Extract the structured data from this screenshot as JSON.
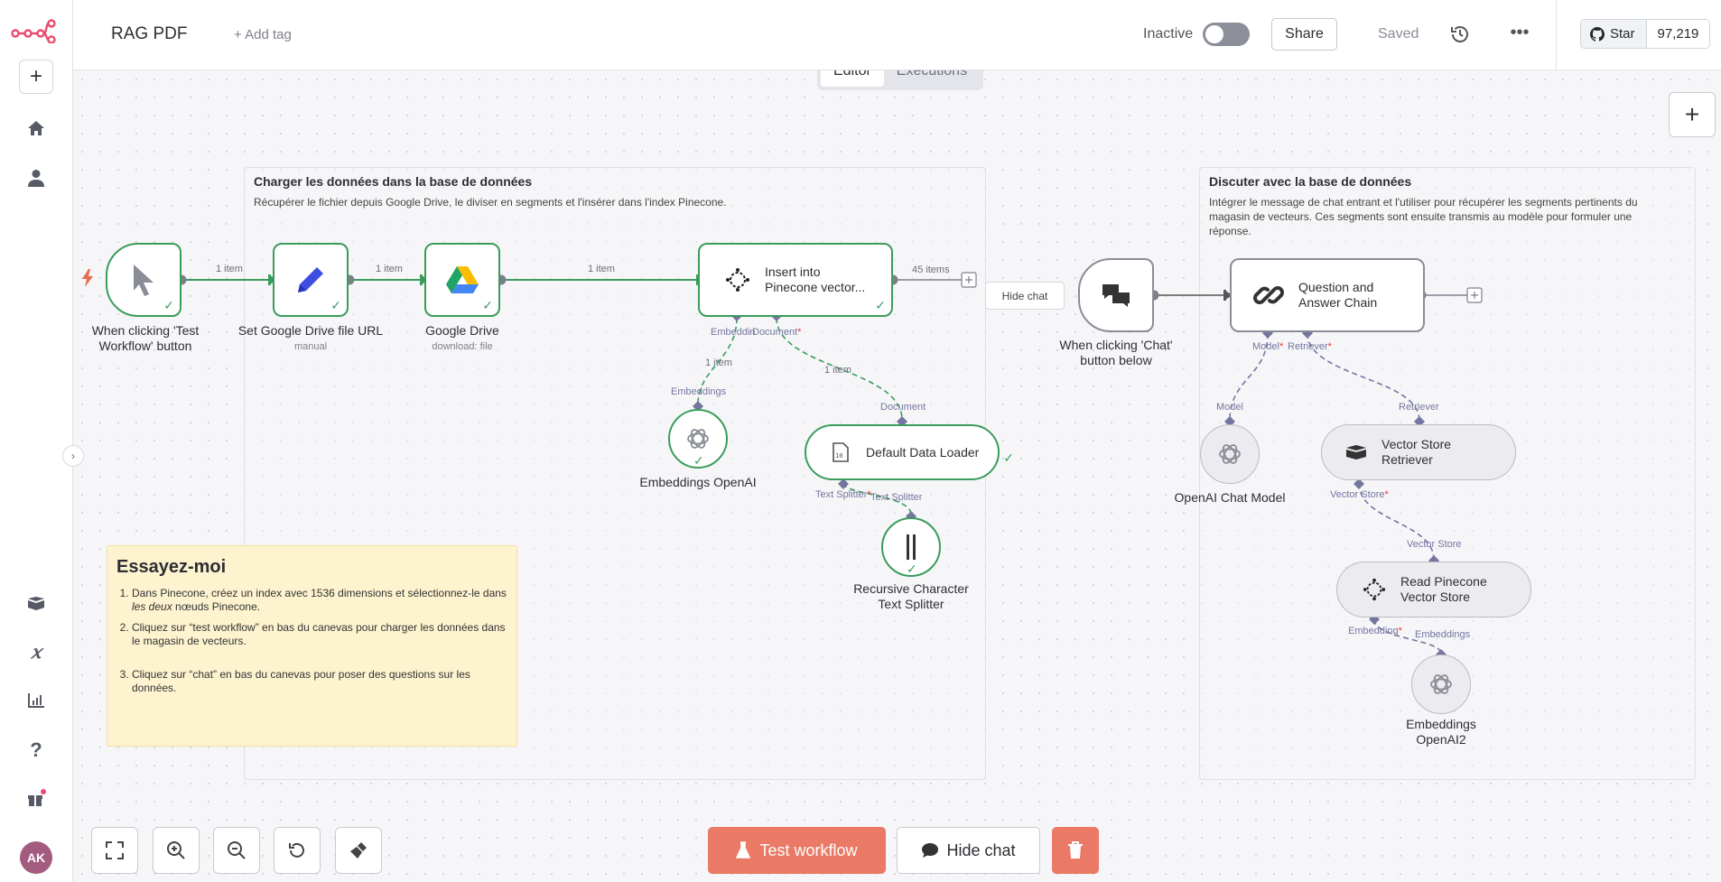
{
  "header": {
    "workflow_title": "RAG PDF",
    "add_tag": "+ Add tag",
    "status_label": "Inactive",
    "share_label": "Share",
    "saved_label": "Saved",
    "github_star": "Star",
    "github_count": "97,219"
  },
  "tabs": [
    {
      "label": "Editor",
      "active": true
    },
    {
      "label": "Executions",
      "active": false
    }
  ],
  "user": {
    "initials": "AK"
  },
  "groups": {
    "left": {
      "title": "Charger les données dans la base de données",
      "desc": "Récupérer le fichier depuis Google Drive, le diviser en segments et l'insérer dans l'index Pinecone."
    },
    "right": {
      "title": "Discuter avec la base de données",
      "desc_line1": "Intégrer le message de chat entrant et l'utiliser pour récupérer les segments pertinents du",
      "desc_line2": "magasin de vecteurs. Ces segments sont ensuite transmis au modèle pour formuler une",
      "desc_line3": "réponse."
    }
  },
  "nodes": {
    "manual_trigger": {
      "line1": "When clicking 'Test",
      "line2": "Workflow' button"
    },
    "set_url": {
      "label": "Set Google Drive file URL",
      "sub": "manual"
    },
    "gdrive": {
      "label": "Google Drive",
      "sub": "download: file"
    },
    "pinecone_insert": {
      "line1": "Insert into",
      "line2": "Pinecone vector..."
    },
    "embeddings1": {
      "label": "Embeddings OpenAI"
    },
    "data_loader": {
      "label": "Default Data Loader"
    },
    "splitter": {
      "line1": "Recursive Character",
      "line2": "Text Splitter"
    },
    "chat_trigger": {
      "line1": "When clicking 'Chat'",
      "line2": "button below"
    },
    "qa_chain": {
      "line1": "Question and",
      "line2": "Answer Chain"
    },
    "chat_model": {
      "label": "OpenAI Chat Model"
    },
    "retriever": {
      "line1": "Vector Store",
      "line2": "Retriever"
    },
    "read_pinecone": {
      "line1": "Read Pinecone",
      "line2": "Vector Store"
    },
    "embeddings2": {
      "line1": "Embeddings",
      "line2": "OpenAI2"
    }
  },
  "connections": {
    "c1": "1 item",
    "c2": "1 item",
    "c3": "1 item",
    "c4": "45 items",
    "embed_item": "1 item",
    "doc_item": "1 item",
    "embedding_port": "Embeddin",
    "document_port": "Document",
    "req": "*",
    "embeddings_in": "Embeddings",
    "document_in": "Document",
    "text_splitter_port": "Text Splitter",
    "text_splitter_in": "Text Splitter",
    "model_port": "Model",
    "retriever_port": "Retriever",
    "model_in": "Model",
    "retriever_in": "Retriever",
    "vector_store_port": "Vector Store",
    "vector_store_in": "Vector Store",
    "embedding_port2": "Embedding",
    "embeddings_in2": "Embeddings"
  },
  "hide_chat_float": "Hide chat",
  "sticky": {
    "title": "Essayez-moi",
    "item1_a": "Dans Pinecone, créez un index avec 1536 dimensions et sélectionnez-le dans ",
    "item1_em": "les deux",
    "item1_b": " nœuds Pinecone.",
    "item2": "Cliquez sur “test workflow” en bas du canevas pour charger les données dans le magasin de vecteurs.",
    "item3": "Cliquez sur “chat” en bas du canevas pour poser des questions sur les données."
  },
  "bottom": {
    "test_workflow": "Test workflow",
    "hide_chat": "Hide chat"
  },
  "colors": {
    "success": "#3a9c5b",
    "accent": "#ea7a66",
    "port": "#7476a0"
  }
}
